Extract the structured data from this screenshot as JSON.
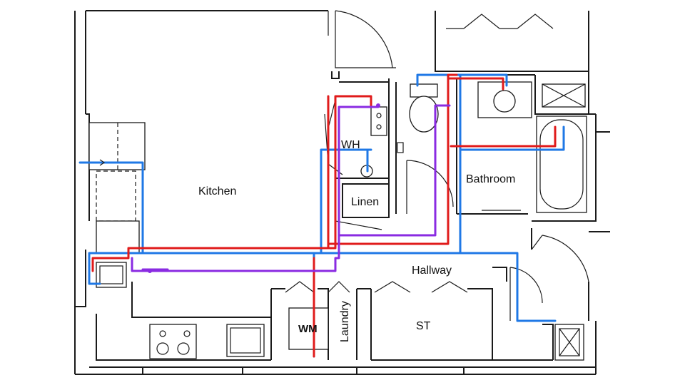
{
  "rooms": {
    "kitchen": "Kitchen",
    "wh": "WH",
    "linen": "Linen",
    "bathroom": "Bathroom",
    "hallway": "Hallway",
    "laundry": "Laundry",
    "st": "ST",
    "wm": "WM"
  },
  "pipe_colors": {
    "cold": "#1f78e6",
    "hot": "#e01b1b",
    "recirc": "#8a2be2"
  }
}
